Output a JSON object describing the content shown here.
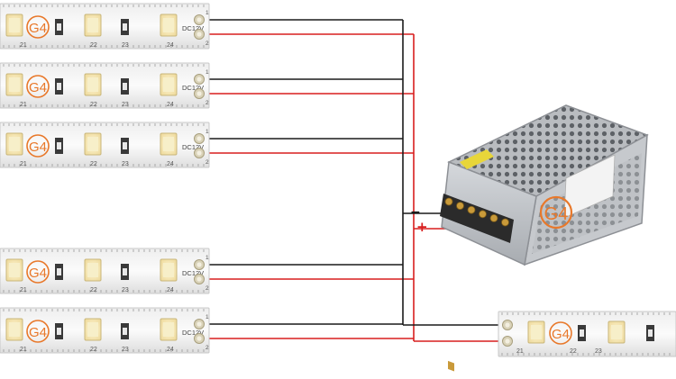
{
  "strip": {
    "logo": "G4",
    "voltage": "DC12V",
    "tick_numbers": [
      "21",
      "22",
      "23",
      "24"
    ],
    "end_marks": [
      "1",
      "2"
    ]
  },
  "power_supply": {
    "logo": "G4",
    "minus_label": "−",
    "plus_label": "+"
  },
  "colors": {
    "negative_wire": "#1a1a1a",
    "positive_wire": "#d81e1e",
    "brand_orange": "#e8782a",
    "led_yellow": "#f3e7b8"
  }
}
